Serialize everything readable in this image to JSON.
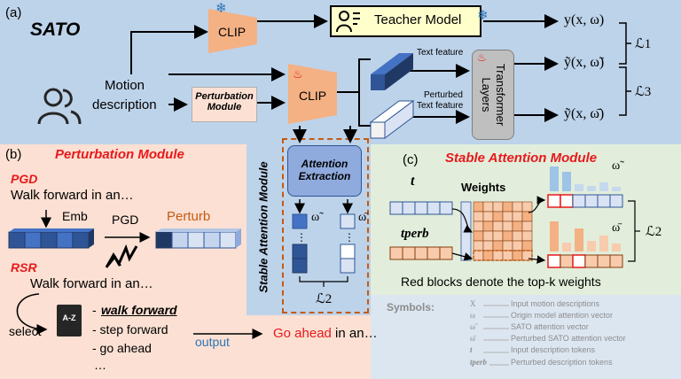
{
  "panel_a": {
    "label": "(a)",
    "title": "SATO",
    "clip_top": "CLIP",
    "clip_main": "CLIP",
    "teacher": "Teacher Model",
    "motion_line1": "Motion",
    "motion_line2": "description",
    "perturb_line1": "Perturbation",
    "perturb_line2": "Module",
    "text_feature": "Text feature",
    "perturbed_line1": "Perturbed",
    "perturbed_line2": "Text feature",
    "transformer_line1": "Transformer",
    "transformer_line2": "Layers",
    "out_y": "y(x, ω)",
    "out_y_tilde": "ỹ(x, ω̃)",
    "out_y_tilde_bar": "ỹ(x, ω̄)",
    "loss1": "ℒ1",
    "loss3": "ℒ3"
  },
  "panel_b": {
    "label": "(b)",
    "title": "Perturbation Module",
    "pgd_title": "PGD",
    "pgd_text": "Walk forward in an…",
    "emb": "Emb",
    "pgd_arrow": "PGD",
    "perturb": "Perturb",
    "rsr_title": "RSR",
    "rsr_text": "Walk forward in an…",
    "dict_icon": "A-Z",
    "select": "select",
    "syn1": "walk forward",
    "syn2": "- step forward",
    "syn3": "- go ahead",
    "syn4": "…",
    "output": "output",
    "result_red": "Go ahead",
    "result_rest": " in an…"
  },
  "stable_column": {
    "side_label": "Stable Attention Module",
    "attention_line1": "Attention",
    "attention_line2": "Extraction",
    "omega_tilde": "ω̃",
    "omega_bar": "ω̄",
    "loss2": "ℒ2"
  },
  "panel_c": {
    "label": "(c)",
    "title": "Stable Attention Module",
    "t": "t",
    "t_perb": "tperb",
    "weights": "Weights",
    "omega_tilde": "ω̃",
    "omega_bar": "ω̄",
    "loss2": "ℒ2",
    "caption": "Red blocks denote the top-k weights"
  },
  "symbols": {
    "title": "Symbols:",
    "items": [
      {
        "sym": "X",
        "desc": "Input motion descriptions"
      },
      {
        "sym": "ω",
        "desc": "Origin model attention vector"
      },
      {
        "sym": "ω̃",
        "desc": "SATO attention vector"
      },
      {
        "sym": "ω̄",
        "desc": "Perturbed SATO attention vector"
      },
      {
        "sym": "t",
        "desc": "Input description tokens"
      },
      {
        "sym": "tperb",
        "desc": "Perturbed description tokens"
      }
    ]
  },
  "colors": {
    "panel_a_bg": "#bdd3ea",
    "panel_b_bg": "#fbe0d3",
    "panel_c_bg": "#e2eedb",
    "clip_orange": "#f4b184",
    "red_title": "#e8191c",
    "accent_blue": "#2e75b6"
  },
  "icons": [
    "snowflake-icon",
    "teacher-icon",
    "users-icon",
    "flame-icon",
    "dictionary-icon",
    "zigzag-icon"
  ]
}
